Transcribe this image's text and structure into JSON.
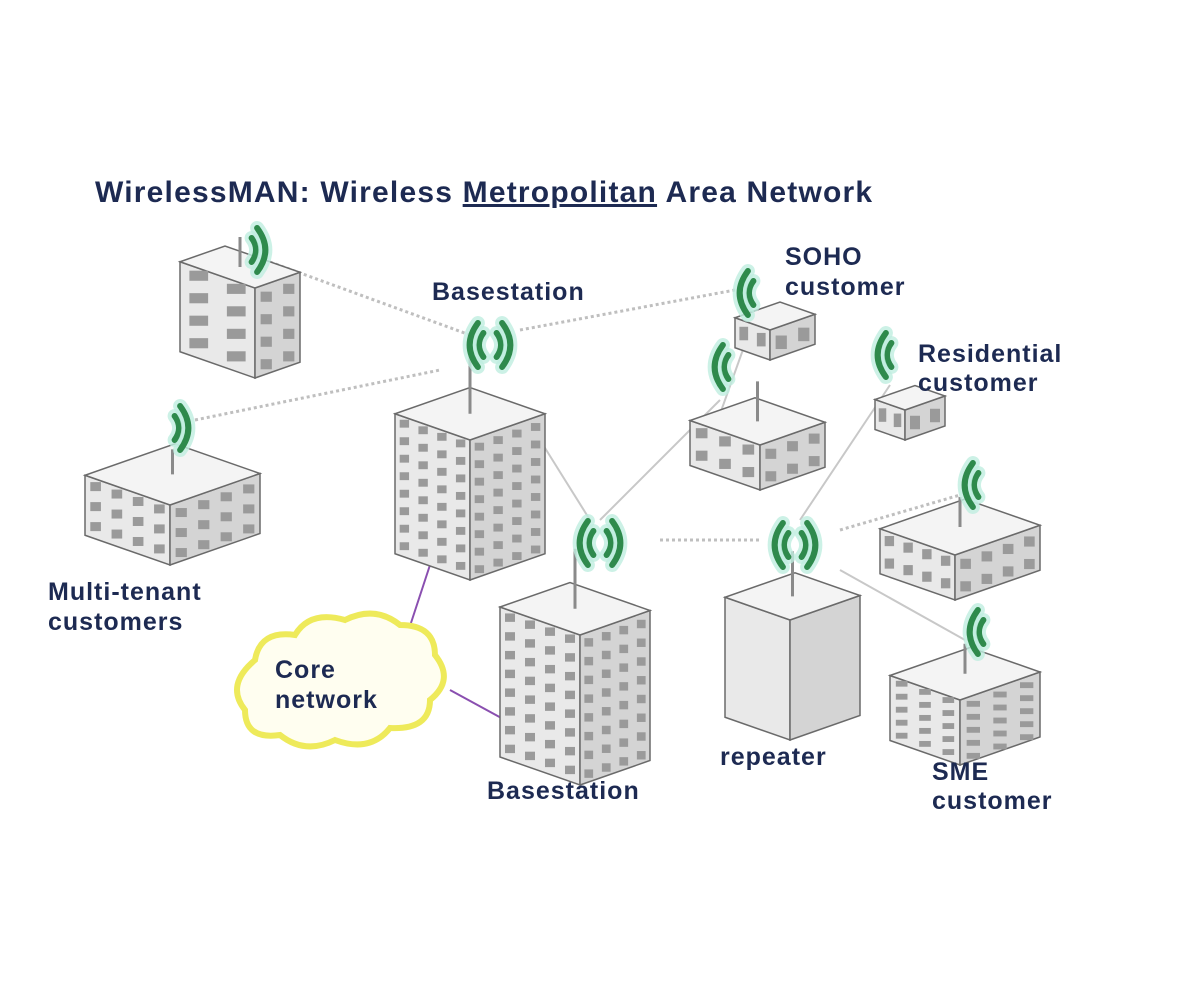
{
  "title": {
    "prefix": "WirelessMAN: Wireless ",
    "underlined": "Metropolitan",
    "suffix": " Area Network"
  },
  "labels": {
    "basestation_top": "Basestation",
    "soho_1": "SOHO",
    "soho_2": "customer",
    "residential_1": "Residential",
    "residential_2": "customer",
    "multitenant_1": "Multi-tenant",
    "multitenant_2": "customers",
    "core_1": "Core",
    "core_2": "network",
    "basestation_bottom": "Basestation",
    "repeater": "repeater",
    "sme_1": "SME",
    "sme_2": "customer"
  },
  "colors": {
    "text": "#1d2a52",
    "signal": "#2e8a4c",
    "core_cloud": "#f3f07a",
    "core_link": "#8a4fb0"
  }
}
